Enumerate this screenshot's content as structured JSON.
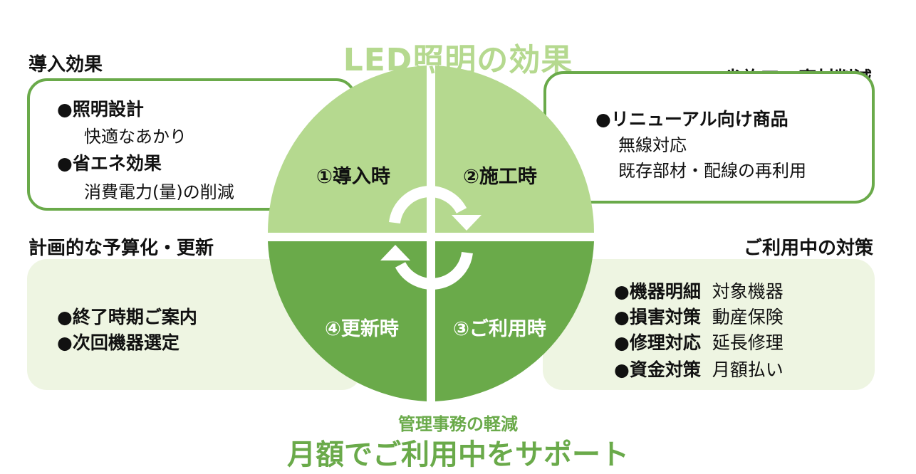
{
  "title": "LED照明の効果",
  "colors": {
    "light_green": "#b5d98f",
    "dark_green": "#6aaa4a",
    "pale_green": "#eef5e2"
  },
  "top_left": {
    "heading": "導入効果",
    "items": [
      {
        "main": "●照明設計",
        "sub": "快適なあかり"
      },
      {
        "main": "●省エネ効果",
        "sub": "消費電力(量)の削減"
      }
    ]
  },
  "top_right": {
    "heading": "省施工、廃材削減",
    "main": "●リニューアル向け商品",
    "subs": [
      "無線対応",
      "既存部材・配線の再利用"
    ]
  },
  "bottom_left": {
    "heading": "計画的な予算化・更新",
    "items": [
      "●終了時期ご案内",
      "●次回機器選定"
    ]
  },
  "bottom_right": {
    "heading": "ご利用中の対策",
    "rows": [
      {
        "bold": "●機器明細",
        "text": "対象機器"
      },
      {
        "bold": "●損害対策",
        "text": "動産保険"
      },
      {
        "bold": "●修理対応",
        "text": "延長修理"
      },
      {
        "bold": "●資金対策",
        "text": "月額払い"
      }
    ]
  },
  "circle": {
    "quadrants": [
      "①導入時",
      "②施工時",
      "③ご利用時",
      "④更新時"
    ],
    "cycle_icon": "cycle-arrows-icon"
  },
  "footer": {
    "small": "管理事務の軽減",
    "big": "月額でご利用中をサポート"
  }
}
